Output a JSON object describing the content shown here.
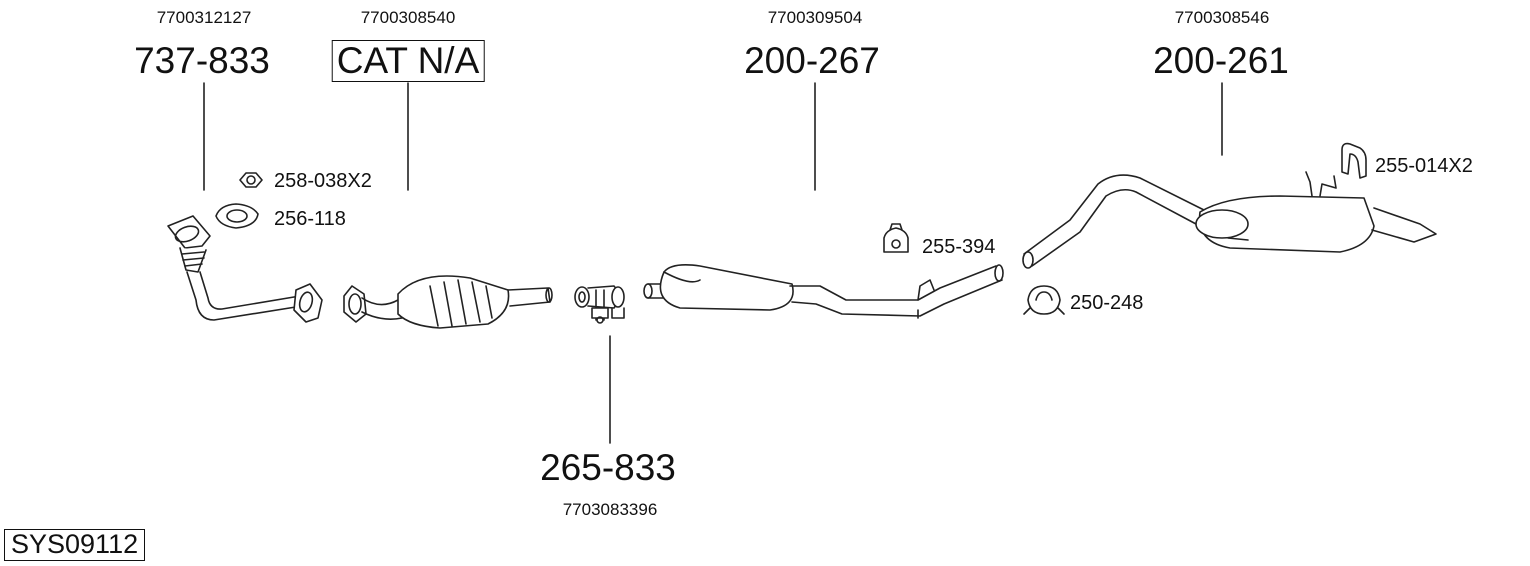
{
  "diagram": {
    "system_code": "SYS09112",
    "parts": [
      {
        "id": "front-pipe",
        "oem": "7700312127",
        "part": "737-833",
        "boxed": false
      },
      {
        "id": "catalyst",
        "oem": "7700308540",
        "part": "CAT N/A",
        "boxed": true
      },
      {
        "id": "middle-silencer",
        "oem": "7700309504",
        "part": "200-267",
        "boxed": false
      },
      {
        "id": "rear-silencer",
        "oem": "7700308546",
        "part": "200-261",
        "boxed": false
      },
      {
        "id": "connector",
        "oem": "7703083396",
        "part": "265-833",
        "boxed": false
      }
    ],
    "accessories": [
      {
        "id": "nut",
        "part": "258-038X2"
      },
      {
        "id": "gasket",
        "part": "256-118"
      },
      {
        "id": "rubber-mount",
        "part": "255-394"
      },
      {
        "id": "hanger",
        "part": "255-014X2"
      },
      {
        "id": "clamp",
        "part": "250-248"
      }
    ]
  }
}
